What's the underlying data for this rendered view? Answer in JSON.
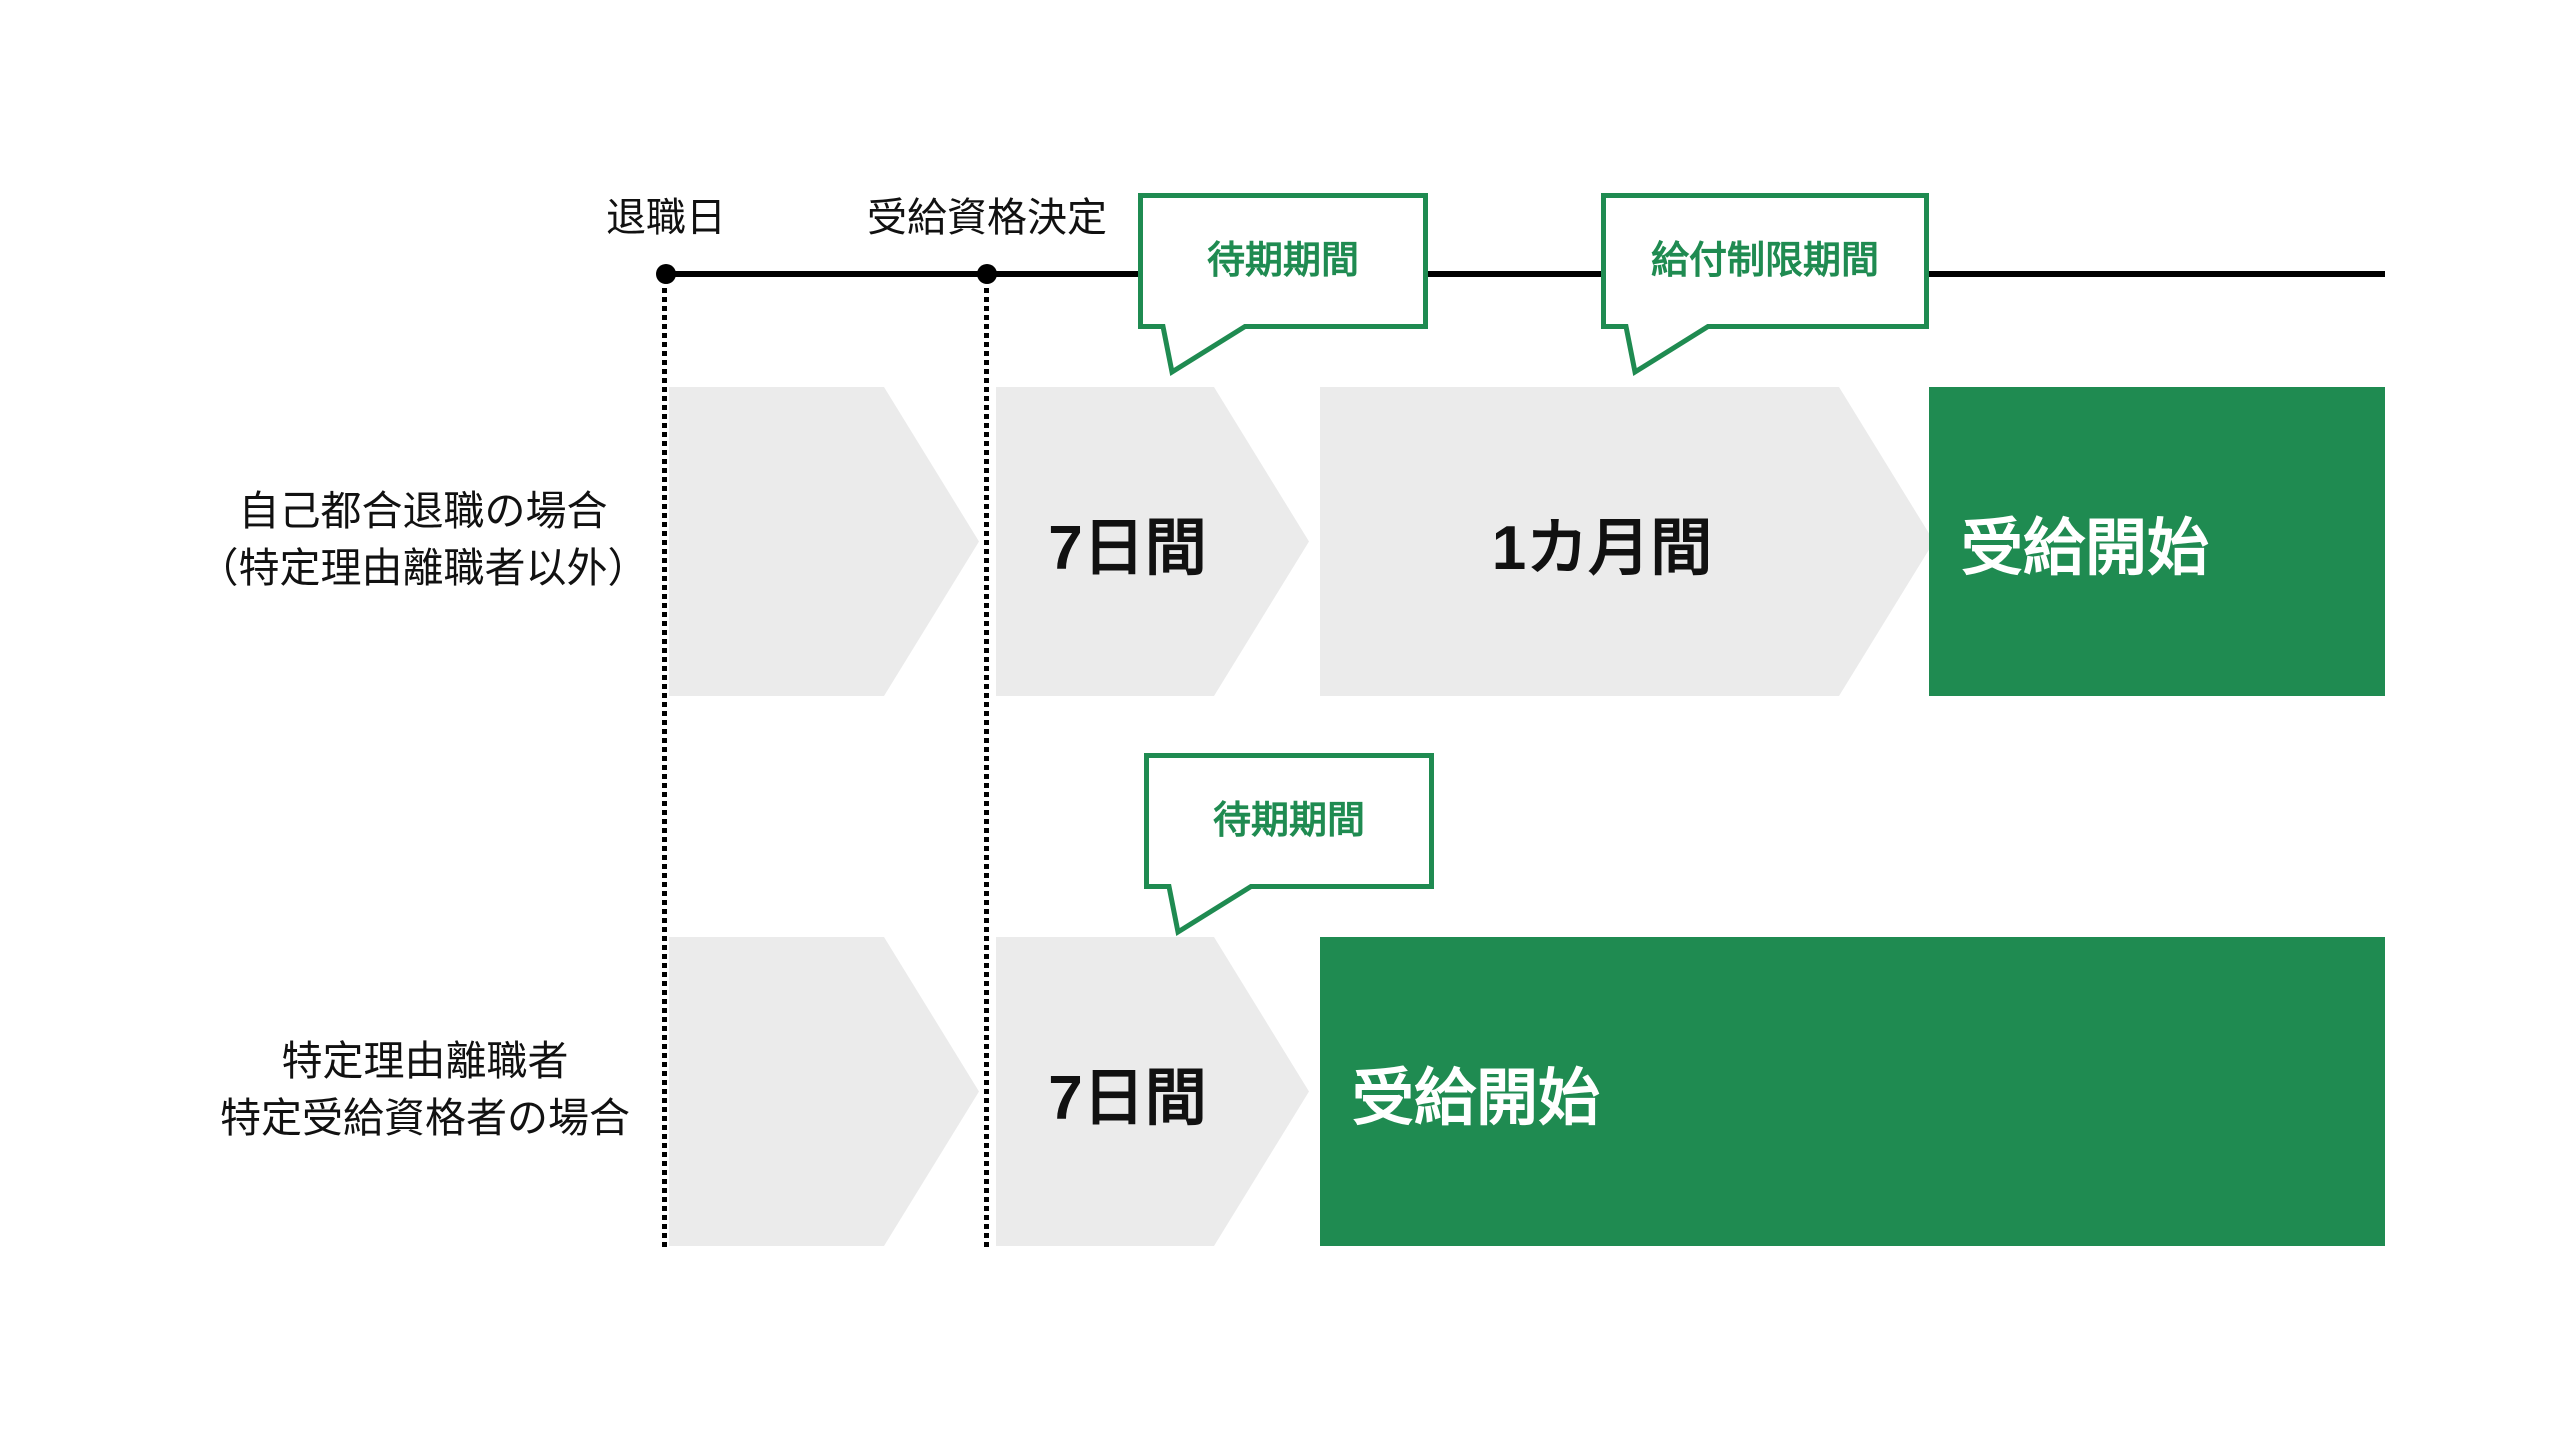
{
  "timeline_markers": [
    {
      "label": "退職日"
    },
    {
      "label": "受給資格決定"
    }
  ],
  "callouts": [
    {
      "label": "待期期間"
    },
    {
      "label": "給付制限期間"
    },
    {
      "label": "待期期間"
    }
  ],
  "rows": [
    {
      "label_lines": [
        "自己都合退職の場合",
        "（特定理由離職者以外）"
      ],
      "steps": [
        "",
        "7日間",
        "1カ月間"
      ],
      "result_label": "受給開始"
    },
    {
      "label_lines": [
        "特定理由離職者",
        "特定受給資格者の場合"
      ],
      "steps": [
        "",
        "7日間"
      ],
      "result_label": "受給開始"
    }
  ],
  "colors": {
    "accent_green": "#1f8b51",
    "arrow_gray": "#ebebeb",
    "line_black": "#000000"
  }
}
